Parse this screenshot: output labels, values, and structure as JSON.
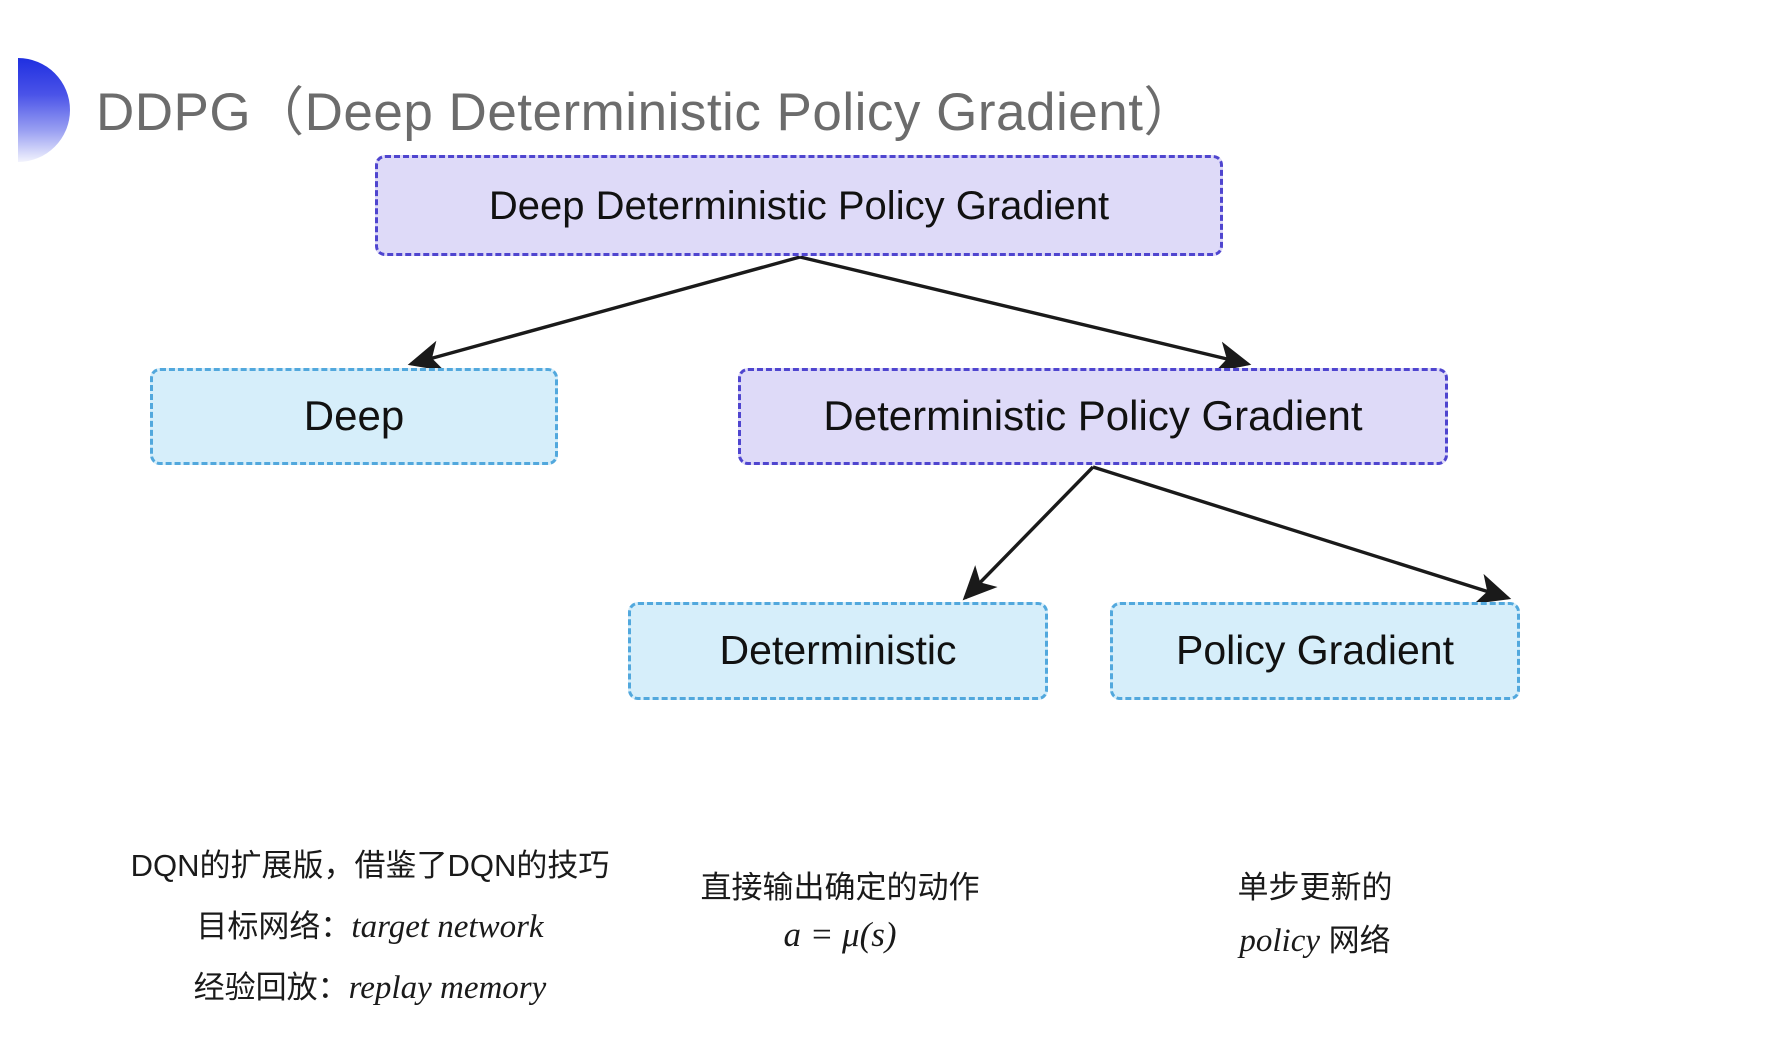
{
  "slide": {
    "title": "DDPG（Deep Deterministic Policy Gradient）",
    "background_color": "#ffffff",
    "title_color": "#6c6c6c",
    "decor_icon": "gradient-half-circle-icon"
  },
  "colors": {
    "purple_fill": "#dedaf8",
    "purple_border": "#4f45cf",
    "blue_fill": "#d6eefa",
    "blue_border": "#52a8dd",
    "arrow": "#1a1a1a"
  },
  "diagram": {
    "nodes": [
      {
        "id": "root",
        "label": "Deep Deterministic Policy Gradient",
        "style": "purple"
      },
      {
        "id": "deep",
        "label": "Deep",
        "style": "blue"
      },
      {
        "id": "dpg",
        "label": "Deterministic Policy Gradient",
        "style": "purple"
      },
      {
        "id": "det",
        "label": "Deterministic",
        "style": "blue"
      },
      {
        "id": "pg",
        "label": "Policy Gradient",
        "style": "blue"
      }
    ],
    "edges": [
      {
        "from": "root",
        "to": "deep"
      },
      {
        "from": "root",
        "to": "dpg"
      },
      {
        "from": "dpg",
        "to": "det"
      },
      {
        "from": "dpg",
        "to": "pg"
      }
    ]
  },
  "notes": {
    "left": {
      "line1": "DQN的扩展版，借鉴了DQN的技巧",
      "line2_cn": "目标网络：",
      "line2_en": "target network",
      "line3_cn": "经验回放：",
      "line3_en": "replay memory"
    },
    "middle": {
      "line1": "直接输出确定的动作",
      "formula": "a = μ(s)"
    },
    "right": {
      "line1": "单步更新的",
      "line2_en": "policy",
      "line2_cn": " 网络"
    }
  }
}
